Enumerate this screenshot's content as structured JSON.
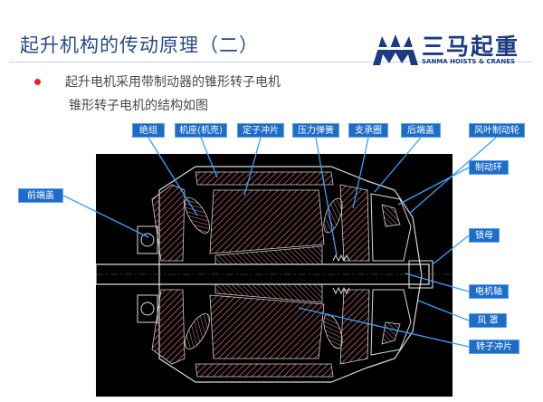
{
  "slide": {
    "title": "起升机构的传动原理（二）",
    "bullet_text": "起升电机采用带制动器的锥形转子电机",
    "sub_text": "锥形转子电机的结构如图"
  },
  "logo": {
    "name_cn": "三马起重",
    "name_en": "SANMA HOISTS & CRANES"
  },
  "diagram": {
    "labels": {
      "insulation": "绝组",
      "frame": "机座(机壳)",
      "stator": "定子冲片",
      "spring": "压力弹簧",
      "support_ring": "支承圈",
      "rear_cover": "后端盖",
      "brake_fan": "风叶制动轮",
      "front_cover": "前端盖",
      "brake_ring": "制动环",
      "lock_nut": "锁母",
      "motor_shaft": "电机轴",
      "fan_cover": "风 罩",
      "rotor": "转子冲片"
    }
  },
  "colors": {
    "title": "#2a4a86",
    "label_bg": "#1e6cc8",
    "leader_line": "#3aa0ff",
    "bullet": "#e3262b",
    "drawing_bg": "#000000",
    "section_red": "#c8646c"
  }
}
